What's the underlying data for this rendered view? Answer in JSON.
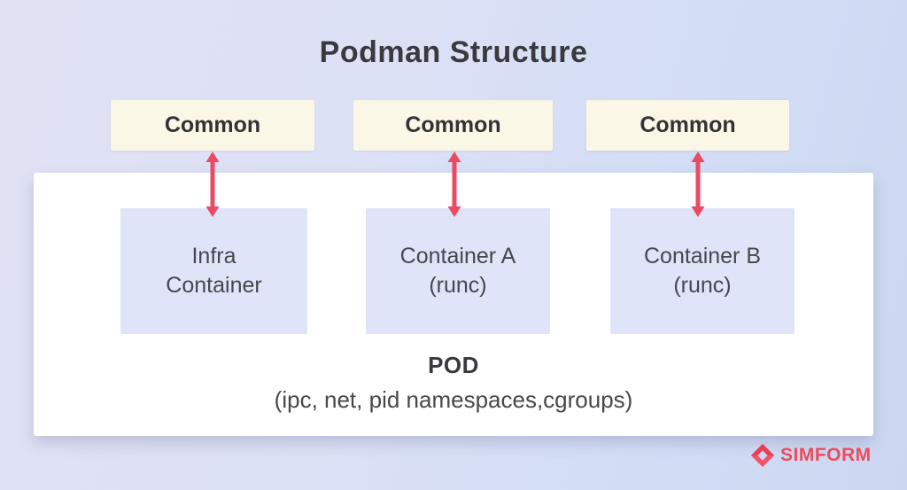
{
  "title": "Podman Structure",
  "colors": {
    "arrow": "#ea4b62",
    "common_box": "#fbf7e7",
    "container_box": "#dfe4f8",
    "pod_box": "#ffffff",
    "brand": "#ee4b5e"
  },
  "common_boxes": [
    {
      "label": "Common"
    },
    {
      "label": "Common"
    },
    {
      "label": "Common"
    }
  ],
  "containers": [
    {
      "line1": "Infra",
      "line2": "Container"
    },
    {
      "line1": "Container A",
      "line2": "(runc)"
    },
    {
      "line1": "Container B",
      "line2": "(runc)"
    }
  ],
  "pod": {
    "label": "POD",
    "subtitle": "(ipc, net, pid namespaces,cgroups)"
  },
  "brand": {
    "name": "SIMFORM"
  }
}
